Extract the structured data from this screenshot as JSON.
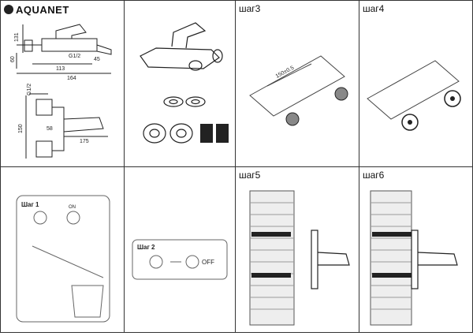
{
  "brand": "AQUANET",
  "dims": {
    "d131": "131",
    "d60": "60",
    "g12a": "G1/2",
    "d45": "45",
    "d113": "113",
    "d164": "164",
    "g12b": "G1/2",
    "d150": "150",
    "d58": "58",
    "d175": "175"
  },
  "steps": {
    "s3": "шаг3",
    "s4": "шаг4",
    "s5": "шаг5",
    "s6": "шаг6",
    "step1": "Шаг 1",
    "step2": "Шаг 2",
    "spacing": "150±0.5",
    "on": "ON",
    "off": "OFF"
  }
}
